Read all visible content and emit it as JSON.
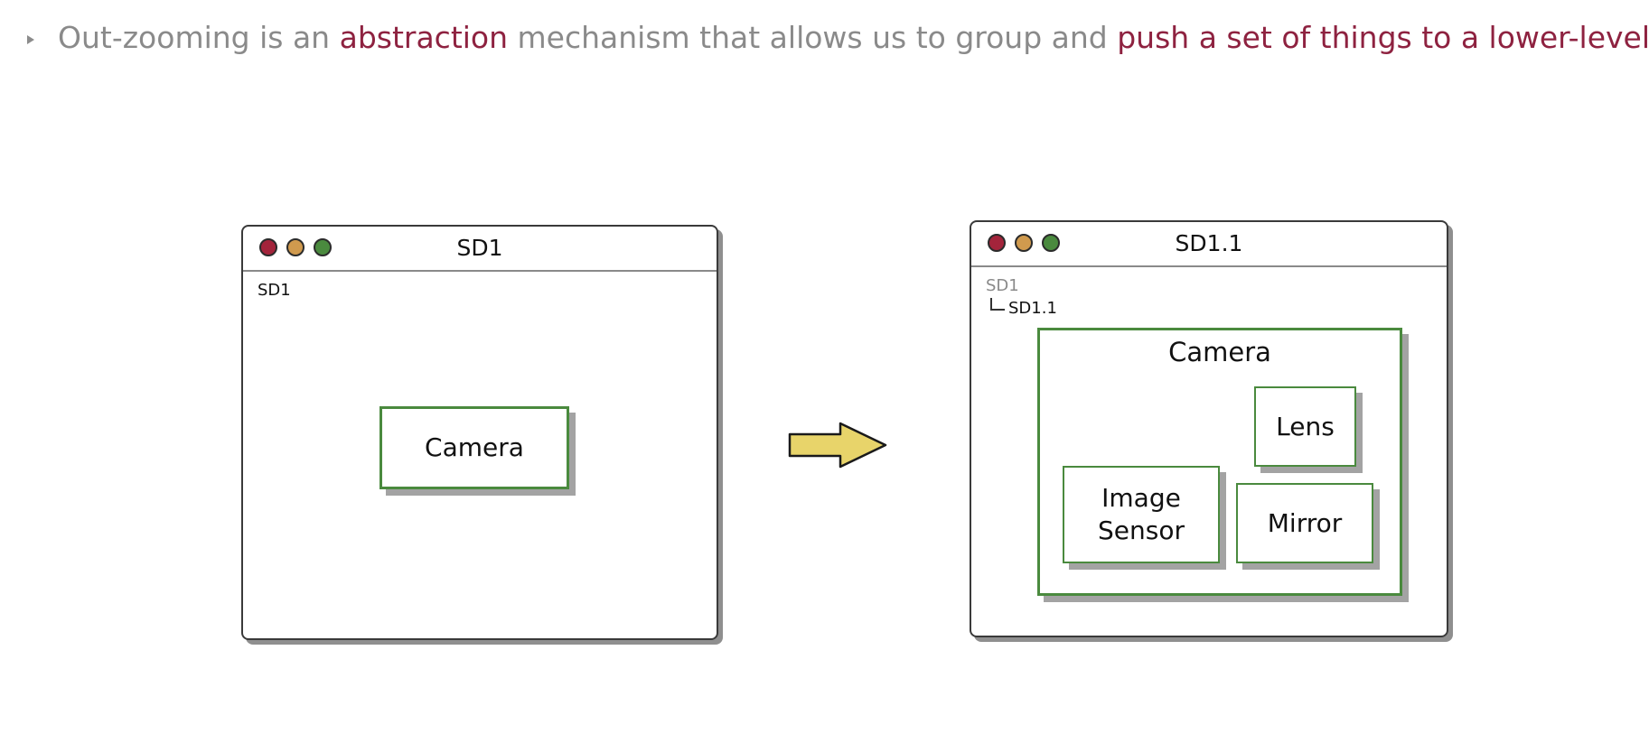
{
  "headline": {
    "segments": [
      {
        "text": "Out-zooming is an ",
        "highlight": false
      },
      {
        "text": "abstraction",
        "highlight": true
      },
      {
        "text": " mechanism that allows us to group and ",
        "highlight": false
      },
      {
        "text": "push a set of things to a lower-level OPD",
        "highlight": true
      }
    ]
  },
  "colors": {
    "highlight": "#8e2240",
    "muted_text": "#8a8a8a",
    "object_border": "#4a8a3e",
    "arrow_fill": "#e8d46a",
    "light_red": "#a3243b",
    "light_amber": "#d09a4e",
    "light_green": "#4a8a3e"
  },
  "left_window": {
    "title": "SD1",
    "breadcrumb": "SD1",
    "object": {
      "label": "Camera"
    }
  },
  "transition_arrow": {
    "icon": "right-arrow-icon"
  },
  "right_window": {
    "title": "SD1.1",
    "breadcrumb_parent": "SD1",
    "breadcrumb_child": "SD1.1",
    "container": {
      "label": "Camera"
    },
    "parts": {
      "lens": "Lens",
      "image_sensor_line1": "Image",
      "image_sensor_line2": "Sensor",
      "mirror": "Mirror"
    }
  }
}
